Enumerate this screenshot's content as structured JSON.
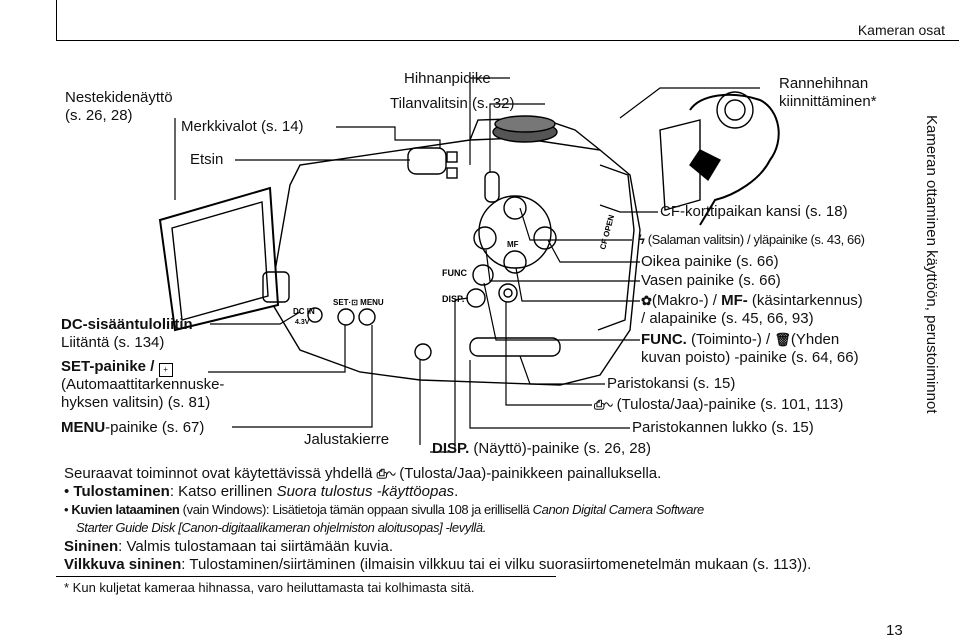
{
  "header": {
    "section": "Kameran osat"
  },
  "side_title": "Kameran ottaminen käyttöön, perustoiminnot",
  "page_number": "13",
  "labels": {
    "lcd": [
      "Nestekidenäyttö",
      "(s. 26, 28)"
    ],
    "lamps": "Merkkivalot (s. 14)",
    "viewfinder": "Etsin",
    "strap_mount": "Hihnanpidike",
    "mode_dial": "Tilanvalitsin (s. 32)",
    "wrist_strap": [
      "Rannehihnan",
      "kiinnittäminen*"
    ],
    "dc_in": [
      "DC-sisääntuloliitin",
      "Liitäntä (s. 134)"
    ],
    "set_button": [
      "SET-painike / ",
      "(Automaattitarkennuske-",
      "hyksen valitsin) (s. 81)"
    ],
    "menu_button": [
      "MENU",
      "-painike (s. 67)"
    ],
    "tripod": "Jalustakierre",
    "disp": [
      "DISP.",
      " (Näyttö)-painike (s. 26, 28)"
    ],
    "cf_cover": "CF-korttipaikan kansi (s. 18)",
    "flash_up": "(Salaman valitsin) / yläpainike (s. 43, 66)",
    "right_btn": "Oikea painike (s. 66)",
    "left_btn": "Vasen painike (s. 66)",
    "macro": [
      "(Makro-) / ",
      "MF-",
      " (käsintarkennus)",
      "/ alapainike (s. 45, 66, 93)"
    ],
    "func": [
      "FUNC.",
      " (Toiminto-) / ",
      "(Yhden",
      "kuvan poisto) -painike (s. 64, 66)"
    ],
    "battery_cover": "Paristokansi (s. 15)",
    "print_share": "(Tulosta/Jaa)-painike (s. 101, 113)",
    "battery_lock": "Paristokannen lukko (s. 15)"
  },
  "body_text": {
    "intro": [
      "Seuraavat toiminnot ovat käytettävissä yhdellä ",
      "(Tulosta/Jaa)-painikkeen painalluksella."
    ],
    "printing": [
      "Tulostaminen",
      ": Katso erillinen ",
      "Suora tulostus -käyttöopas",
      "."
    ],
    "download": [
      "Kuvien lataaminen",
      " (vain Windows): Lisätietoja tämän oppaan sivulla 108 ja erillisellä ",
      "Canon Digital Camera Software"
    ],
    "download2": "Starter Guide Disk [Canon-digitaalikameran ohjelmiston aloitusopas] -levyllä.",
    "blue": [
      "Sininen",
      ": Valmis tulostamaan tai siirtämään kuvia."
    ],
    "blinking": [
      "Vilkkuva sininen",
      ": Tulostaminen/siirtäminen (ilmaisin vilkkuu tai ei vilku suorasiirtomenetelmän mukaan (s. 113))."
    ]
  },
  "footnote": "* Kun kuljetat kameraa hihnassa, varo heiluttamasta tai kolhimasta sitä.",
  "camera_marks": {
    "dc_in": "DC IN",
    "dc_v": "4.3V",
    "set_menu": "SET·⊡ MENU",
    "func": "FUNC",
    "disp": "DISP.",
    "mf": "MF",
    "cf_open": "CF OPEN"
  },
  "icons": [
    "flash-icon",
    "macro-icon",
    "trash-icon",
    "print-share-icon",
    "af-frame-icon"
  ]
}
